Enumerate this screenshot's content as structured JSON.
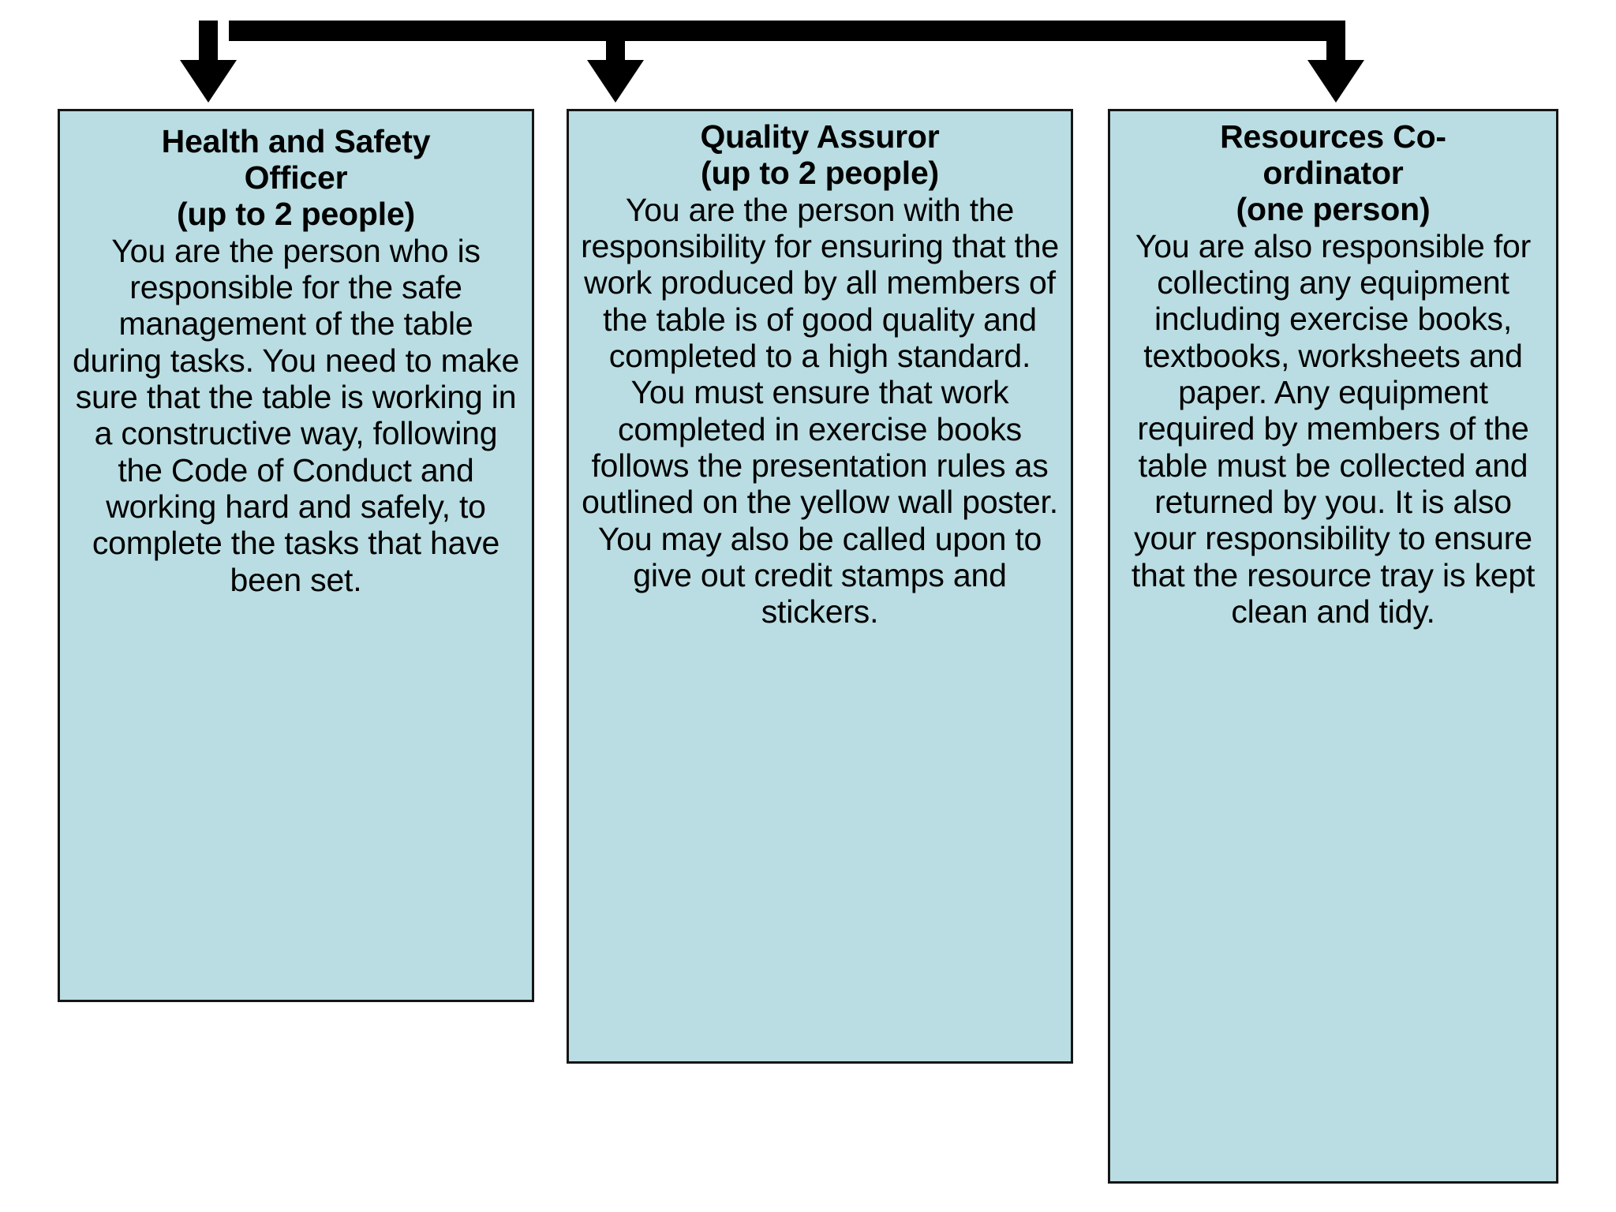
{
  "diagram": {
    "type": "org-chart-branch",
    "background_color": "#ffffff",
    "box_fill_color": "#b9dde2",
    "box_border_color": "#151515",
    "connector_color": "#000000",
    "connector": {
      "name": "three-way-branch-connector",
      "branches": 3
    },
    "boxes": [
      {
        "id": "health-and-safety-officer",
        "title": "Health and Safety\nOfficer",
        "count": "(up to 2 people)",
        "body": "You are the person who is responsible for the safe management of the table during tasks. You need to make sure that the table is working in a constructive way, following the Code of Conduct and working hard and safely, to complete the tasks that have been set."
      },
      {
        "id": "quality-assuror",
        "title": "Quality Assuror",
        "count": "(up to 2 people)",
        "body": "You are the person with the responsibility for ensuring that the work produced by all members of the table is of good quality and completed to a high standard. You must ensure that work completed in exercise books follows the presentation rules as outlined on the yellow wall poster. You may also be called upon to give out credit stamps and stickers."
      },
      {
        "id": "resources-co-ordinator",
        "title": "Resources Co-\nordinator",
        "count": "(one person)",
        "body": "You are also responsible for collecting any equipment including exercise books, textbooks, worksheets and paper. Any equipment required by members of the table must be collected and returned by you. It is also your responsibility to ensure that the resource tray is kept clean and tidy."
      }
    ]
  }
}
